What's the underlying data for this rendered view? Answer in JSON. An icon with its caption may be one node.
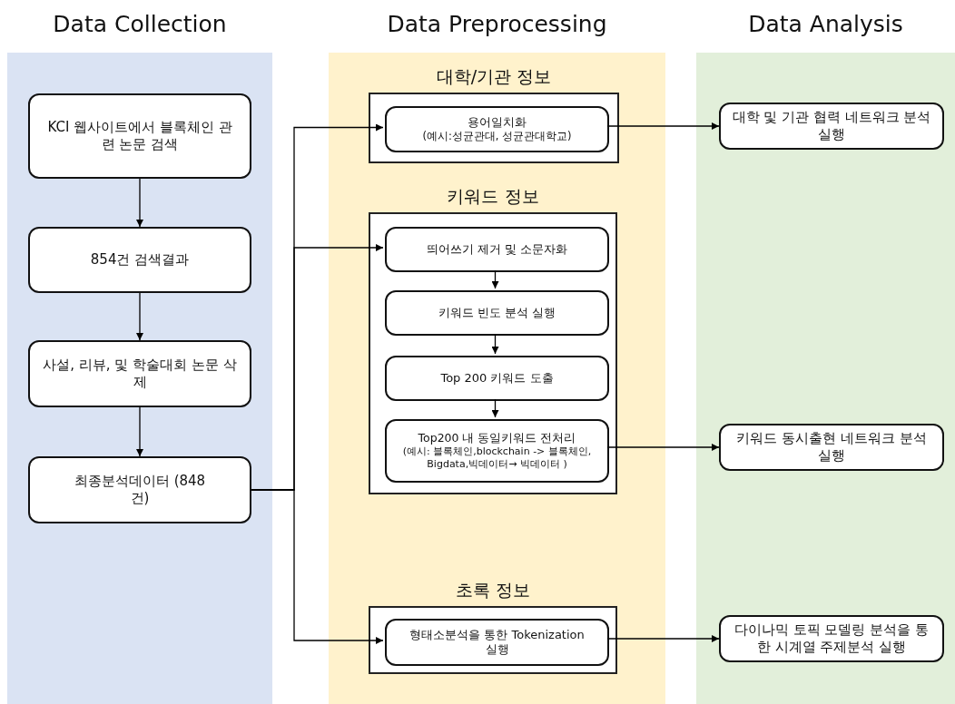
{
  "diagram": {
    "nodes": [
      {
        "text": [
          "Data Collection"
        ]
      },
      {
        "text": [
          "KCI 웹사이트에서 블록체인 관련 논문 검색"
        ],
        "in": 0
      },
      {
        "text": [
          "854건 검색결과"
        ],
        "in": 0
      },
      {
        "text": [
          "사설, 리뷰, 및 학술대회 논문 삭제"
        ],
        "in": 0
      },
      {
        "text": [
          "최종분석데이터 (848건)"
        ],
        "in": 0
      },
      {
        "text": [
          "Data Preprocessing"
        ]
      },
      {
        "text": [
          "대학/기관 정보"
        ],
        "in": 5
      },
      {
        "text": [
          "용어일치화",
          "(예시:성균관대, 성균관대학교)"
        ],
        "in": 6
      },
      {
        "text": [
          "키워드 정보"
        ],
        "in": 5
      },
      {
        "text": [
          "띄어쓰기 제거 및 소문자화"
        ],
        "in": 8
      },
      {
        "text": [
          "키워드 빈도 분석 실행"
        ],
        "in": 8
      },
      {
        "text": [
          "Top 200 키워드 도출"
        ],
        "in": 8
      },
      {
        "text": [
          "Top200 내 동일키워드 전처리",
          "(예시: 블록체인,blockchain -> 블록체인, Bigdata,빅데이터→ 빅데이터 )"
        ],
        "in": 8
      },
      {
        "text": [
          "초록 정보"
        ],
        "in": 5
      },
      {
        "text": [
          "형태소분석을 통한 Tokenization 실행"
        ],
        "in": 13
      },
      {
        "text": [
          "Data Analysis"
        ]
      },
      {
        "text": [
          "대학 및 기관 협력 네트워크 분석 실행"
        ],
        "in": 15
      },
      {
        "text": [
          "키워드 동시출현 네트워크 분석 실행"
        ],
        "in": 15
      },
      {
        "text": [
          "다이나믹 토픽 모델링 분석을 통한 시계열 주제분석 실행"
        ],
        "in": 15
      }
    ],
    "edges": [
      {
        "from": 1,
        "to": 2,
        "arrow": "to"
      },
      {
        "from": 2,
        "to": 3,
        "arrow": "to"
      },
      {
        "from": 3,
        "to": 4,
        "arrow": "to"
      },
      {
        "from": 4,
        "to": 7,
        "arrow": "to"
      },
      {
        "from": 4,
        "to": 9,
        "arrow": "to"
      },
      {
        "from": 4,
        "to": 14,
        "arrow": "to"
      },
      {
        "from": 9,
        "to": 10,
        "arrow": "to"
      },
      {
        "from": 10,
        "to": 11,
        "arrow": "to"
      },
      {
        "from": 11,
        "to": 12,
        "arrow": "to"
      },
      {
        "from": 7,
        "to": 16,
        "arrow": "to"
      },
      {
        "from": 12,
        "to": 17,
        "arrow": "to"
      },
      {
        "from": 14,
        "to": 18,
        "arrow": "to"
      }
    ]
  }
}
